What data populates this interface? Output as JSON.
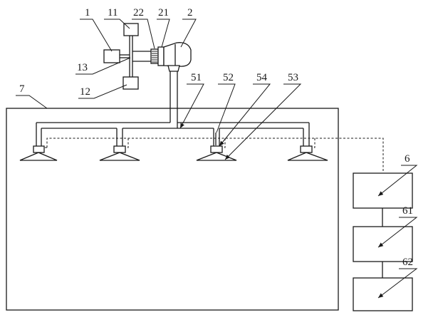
{
  "labels": {
    "n1": "1",
    "n11": "11",
    "n22": "22",
    "n21": "21",
    "n2": "2",
    "n13": "13",
    "n12": "12",
    "n7": "7",
    "n51": "51",
    "n52": "52",
    "n54": "54",
    "n53": "53",
    "n6": "6",
    "n61": "61",
    "n62": "62"
  }
}
